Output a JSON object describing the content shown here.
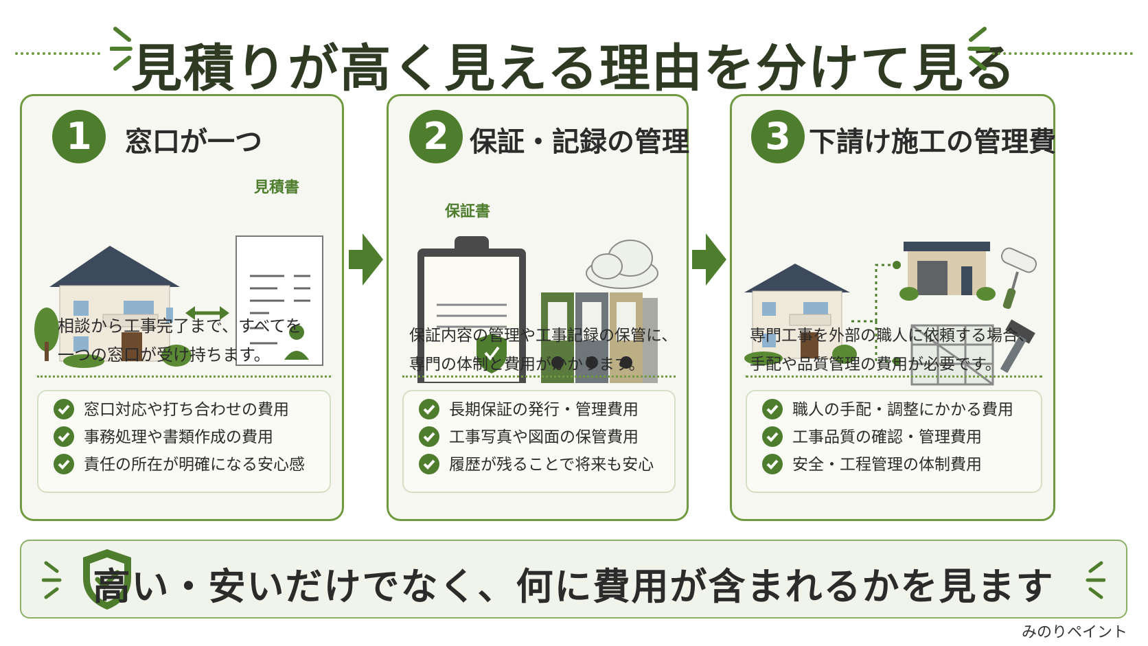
{
  "header": {
    "title": "見積りが高く見える理由を分けて見る"
  },
  "cards": [
    {
      "number": "1",
      "title": "窓口が一つ",
      "doc_label": "見積書",
      "description": "相談から工事完了まで、すべてを\n一つの窓口が受け持ちます。",
      "points": [
        "窓口対応や打ち合わせの費用",
        "事務処理や書類作成の費用",
        "責任の所在が明確になる安心感"
      ]
    },
    {
      "number": "2",
      "title": "保証・記録の管理",
      "doc_label": "保証書",
      "description": "保証内容の管理や工事記録の保管に、\n専門の体制と費用がかかります。",
      "points": [
        "長期保証の発行・管理費用",
        "工事写真や図面の保管費用",
        "履歴が残ることで将来も安心"
      ]
    },
    {
      "number": "3",
      "title": "下請け施工の管理費",
      "description": "専門工事を外部の職人に依頼する場合、\n手配や品質管理の費用が必要です。",
      "points": [
        "職人の手配・調整にかかる費用",
        "工事品質の確認・管理費用",
        "安全・工程管理の体制費用"
      ]
    }
  ],
  "footer": {
    "message": "高い・安いだけでなく、何に費用が含まれるかを見ます",
    "brand": "みのりペイント"
  },
  "colors": {
    "accent_green": "#4e7d2e",
    "border_green": "#6f9a3f",
    "dark_text": "#2f3a22"
  }
}
